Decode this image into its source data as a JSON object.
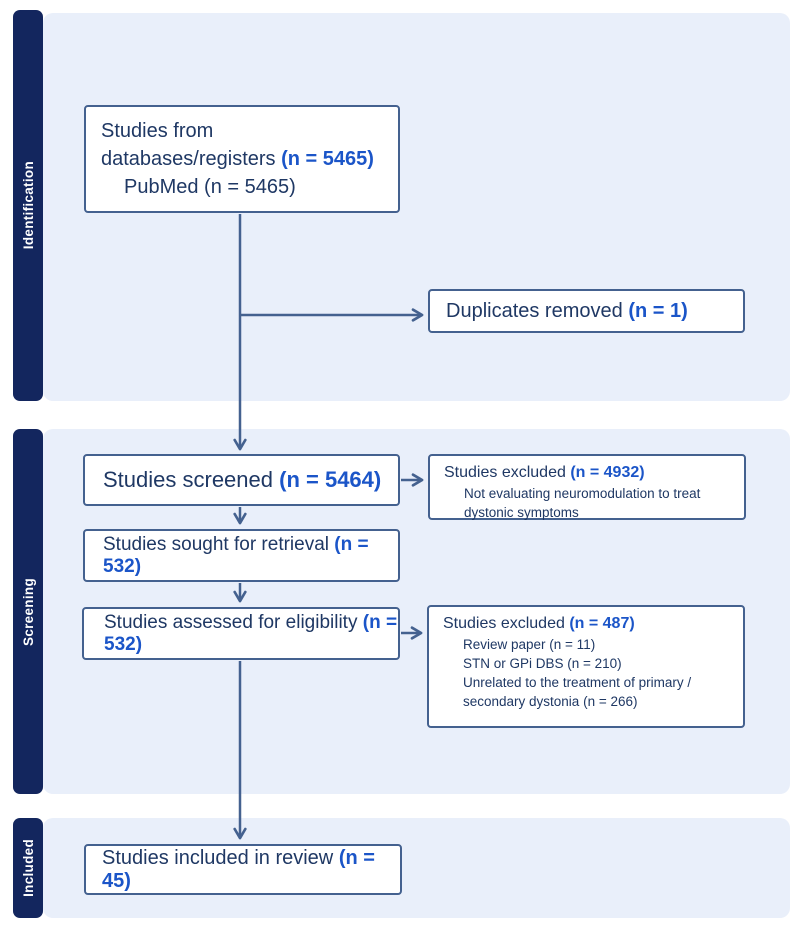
{
  "title": "PRISMA study selection flow diagram",
  "colors": {
    "navy_bar": "#13265e",
    "panel_background": "#e9effa",
    "box_border": "#44618f",
    "text_dark": "#1f3864",
    "count_blue": "#1b55c8"
  },
  "sidebar": {
    "identification": "Identification",
    "screening": "Screening",
    "included": "Included"
  },
  "boxes": {
    "source": {
      "line1": "Studies from",
      "line2": "databases/registers",
      "n": "(n = 5465)",
      "sub": "PubMed (n = 5465)"
    },
    "duplicates": {
      "label": "Duplicates removed",
      "n": "(n = 1)"
    },
    "screened": {
      "label": "Studies screened",
      "n": "(n = 5464)"
    },
    "excluded_screening": {
      "label": "Studies excluded",
      "n": "(n = 4932)",
      "reasons": [
        "Not evaluating neuromodulation to treat dystonic symptoms"
      ]
    },
    "sought": {
      "label": "Studies sought for retrieval",
      "n": "(n = 532)"
    },
    "assessed": {
      "label": "Studies assessed for eligibility",
      "n": "(n = 532)"
    },
    "excluded_eligibility": {
      "label": "Studies excluded",
      "n": "(n = 487)",
      "reasons": [
        "Review paper (n = 11)",
        "STN or GPi DBS (n = 210)",
        "Unrelated to the treatment of primary / secondary dystonia (n = 266)"
      ]
    },
    "included": {
      "label": "Studies included in review",
      "n": "(n = 45)"
    }
  }
}
